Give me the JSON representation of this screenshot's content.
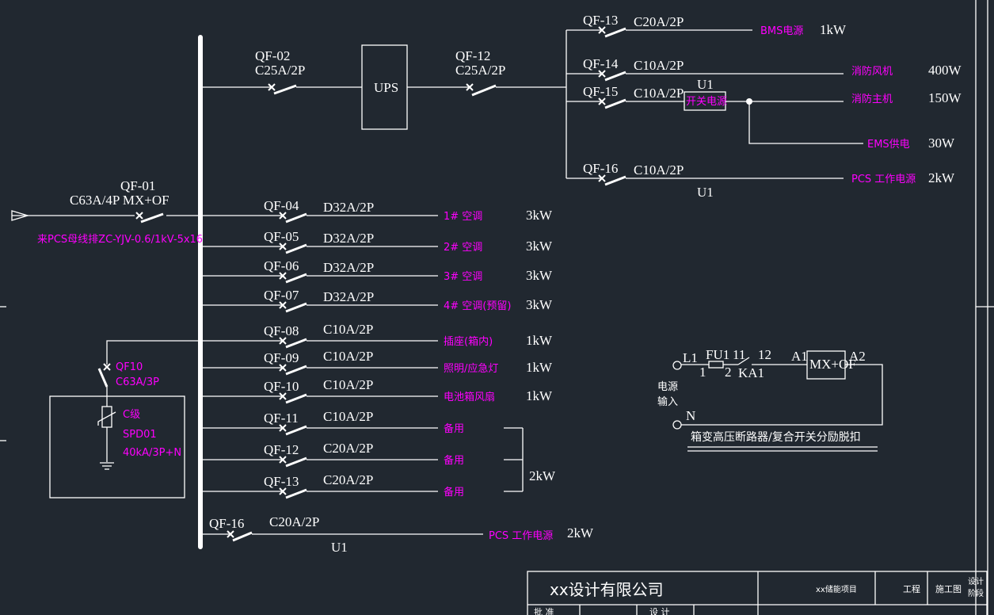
{
  "colors": {
    "background": "#212830",
    "line": "#ffffff",
    "label": "#ff00ff"
  },
  "incoming": {
    "breaker": "QF-01",
    "rating": "C63A/4P MX+OF",
    "source": "来PCS母线排ZC-YJV-0.6/1kV-5x16"
  },
  "ups": {
    "breaker_in": "QF-02",
    "rating_in": "C25A/2P",
    "box": "UPS",
    "breaker_out": "QF-12",
    "rating_out": "C25A/2P"
  },
  "ups_feeders": [
    {
      "breaker": "QF-13",
      "rating": "C20A/2P",
      "load": "BMS电源",
      "power": "1kW"
    },
    {
      "breaker": "QF-14",
      "rating": "C10A/2P",
      "load": "消防风机",
      "power": "400W"
    },
    {
      "breaker": "QF-15",
      "rating": "C10A/2P",
      "load": "消防主机",
      "power": "150W",
      "unit": "U1",
      "box": "开关电源",
      "branch_load": "EMS供电",
      "branch_power": "30W"
    },
    {
      "breaker": "QF-16",
      "rating": "C10A/2P",
      "load": "PCS 工作电源",
      "power": "2kW",
      "unit": "U1"
    }
  ],
  "feeders": [
    {
      "breaker": "QF-04",
      "rating": "D32A/2P",
      "load": "1# 空调",
      "power": "3kW"
    },
    {
      "breaker": "QF-05",
      "rating": "D32A/2P",
      "load": "2# 空调",
      "power": "3kW"
    },
    {
      "breaker": "QF-06",
      "rating": "D32A/2P",
      "load": "3# 空调",
      "power": "3kW"
    },
    {
      "breaker": "QF-07",
      "rating": "D32A/2P",
      "load": "4# 空调(预留)",
      "power": "3kW"
    },
    {
      "breaker": "QF-08",
      "rating": "C10A/2P",
      "load": "插座(箱内)",
      "power": "1kW"
    },
    {
      "breaker": "QF-09",
      "rating": "C10A/2P",
      "load": "照明/应急灯",
      "power": "1kW"
    },
    {
      "breaker": "QF-10",
      "rating": "C10A/2P",
      "load": "电池箱风扇",
      "power": "1kW"
    },
    {
      "breaker": "QF-11",
      "rating": "C10A/2P",
      "load": "备用",
      "power": ""
    },
    {
      "breaker": "QF-12",
      "rating": "C20A/2P",
      "load": "备用",
      "power": ""
    },
    {
      "breaker": "QF-13",
      "rating": "C20A/2P",
      "load": "备用",
      "power": ""
    }
  ],
  "spare_total": "2kW",
  "bottom_feeder": {
    "breaker": "QF-16",
    "rating": "C20A/2P",
    "unit": "U1",
    "load": "PCS 工作电源",
    "power": "2kW"
  },
  "spd": {
    "breaker": "QF10",
    "rating": "C63A/3P",
    "class": "C级",
    "name": "SPD01",
    "spec": "40kA/3P+N"
  },
  "control": {
    "l1": "L1",
    "n": "N",
    "fuse": "FU1",
    "t1": "1",
    "t2": "2",
    "t11": "11",
    "t12": "12",
    "relay": "KA1",
    "a1": "A1",
    "a2": "A2",
    "coil": "MX+OF",
    "source": "电源",
    "source2": "输入",
    "caption": "箱变高压断路器/复合开关分励脱扣"
  },
  "title_block": {
    "company": "xx设计有限公司",
    "project": "xx储能项目",
    "project_suffix": "工程",
    "stage": "施工图",
    "stage_label1": "设计",
    "stage_label2": "阶段",
    "approve": "批 准",
    "design": "设 计"
  }
}
